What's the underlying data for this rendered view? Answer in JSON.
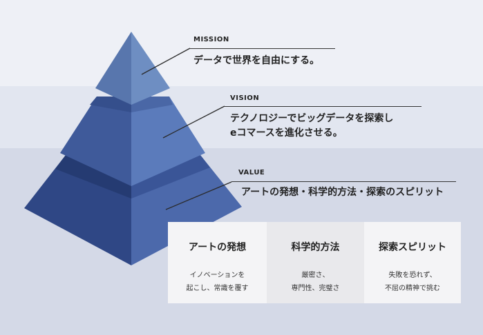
{
  "levels": {
    "mission": {
      "label": "MISSION",
      "statement": "データで世界を自由にする。"
    },
    "vision": {
      "label": "VISION",
      "statement_line1": "テクノロジーでビッグデータを探索し",
      "statement_line2": "eコマースを進化させる。"
    },
    "value": {
      "label": "VALUE",
      "statement": "アートの発想・科学的方法・探索のスピリット"
    }
  },
  "values": [
    {
      "title": "アートの発想",
      "desc_line1": "イノベーションを",
      "desc_line2": "起こし、常識を覆す"
    },
    {
      "title": "科学的方法",
      "desc_line1": "厳密さ、",
      "desc_line2": "専門性、完璧さ"
    },
    {
      "title": "探索スピリット",
      "desc_line1": "失敗を恐れず、",
      "desc_line2": "不屈の精神で挑む"
    }
  ],
  "colors": {
    "pyramid_tier1_light": "#6e8ec2",
    "pyramid_tier1_dark": "#5876ad",
    "pyramid_tier2_light": "#5b7bbb",
    "pyramid_tier2_dark": "#3f5a9a",
    "pyramid_tier3_light": "#4c69ab",
    "pyramid_tier3_dark": "#2f4785",
    "pyramid_shadow": "#2a3d70"
  }
}
